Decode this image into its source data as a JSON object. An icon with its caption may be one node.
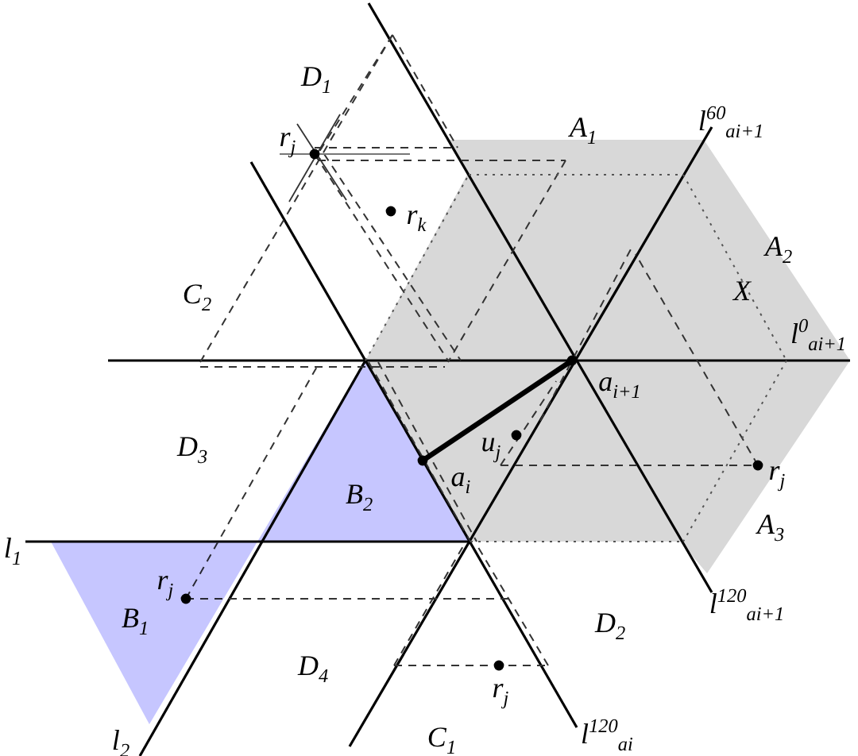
{
  "diagram": {
    "nodes": [
      {
        "text": [
          "B$_{2}$"
        ]
      },
      {
        "text": [
          "B$_{1}$"
        ]
      }
    ],
    "labels": [
      "D$_{1}$",
      "r$_{j}$",
      "A$_{1}$",
      "l$^{60}$$_{ai+1}$",
      "r$_{k}$",
      "A$_{2}$",
      "C$_{2}$",
      "X",
      "l$^{0}$$_{ai+1}$",
      "a$_{i+1}$",
      "D$_{3}$",
      "u$_{j}$",
      "a$_{i}$",
      "r$_{j}$",
      "l$_{1}$",
      "A$_{3}$",
      "r$_{j}$",
      "D$_{2}$",
      "D$_{4}$",
      "l$^{120}$$_{ai+1}$",
      "r$_{j}$",
      "l$_{2}$",
      "C$_{1}$",
      "l$^{120}$$_{ai}$"
    ]
  }
}
